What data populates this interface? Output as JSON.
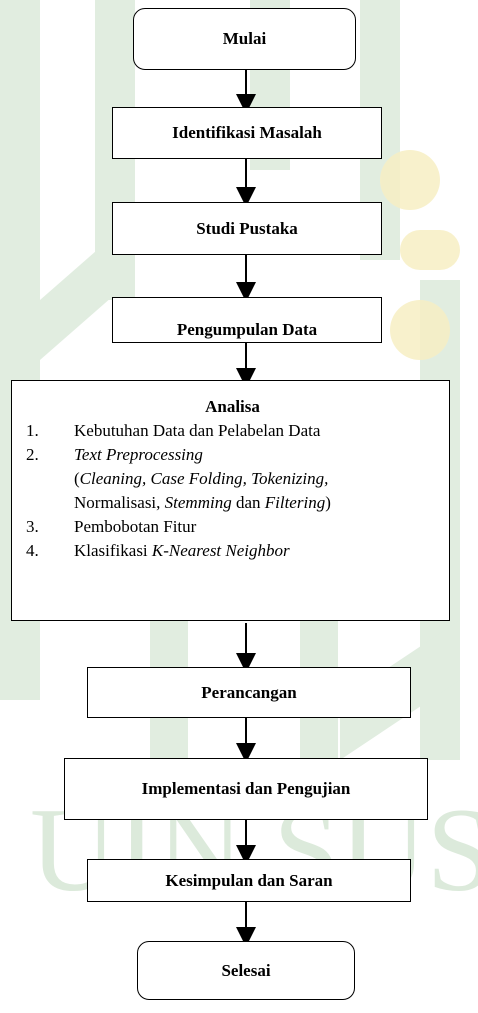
{
  "steps": {
    "start": "Mulai",
    "identify": "Identifikasi Masalah",
    "literature": "Studi Pustaka",
    "collection": "Pengumpulan Data",
    "design": "Perancangan",
    "implementation": "Implementasi dan Pengujian",
    "conclusion": "Kesimpulan dan Saran",
    "end": "Selesai"
  },
  "analysis": {
    "title": "Analisa",
    "items": [
      {
        "num": "1.",
        "text": "Kebutuhan Data dan Pelabelan Data"
      },
      {
        "num": "2.",
        "title": "Text Preprocessing",
        "detail": {
          "open": "(",
          "cleaning": "Cleaning, Case Folding, Tokenizing,",
          "normal": "Normalisasi,",
          "stemming": "Stemming",
          "dan": "dan",
          "filtering": "Filtering",
          "close": ")"
        }
      },
      {
        "num": "3.",
        "text": "Pembobotan Fitur"
      },
      {
        "num": "4.",
        "prefix": "Klasifikasi",
        "text_italic": "K-Nearest Neighbor"
      }
    ]
  },
  "watermark": {
    "text": "UIN SUSKA",
    "colors": {
      "green": "#cfe3cf",
      "gold": "#f6edc0"
    }
  }
}
